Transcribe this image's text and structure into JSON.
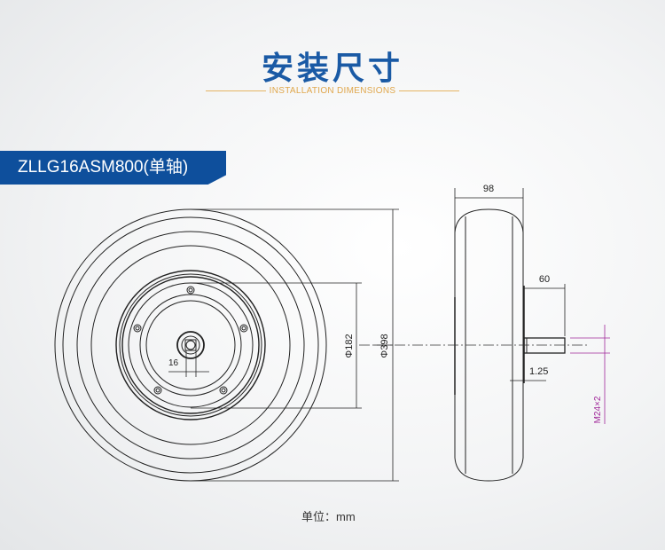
{
  "header": {
    "title": "安装尺寸",
    "subtitle": "INSTALLATION DIMENSIONS"
  },
  "model": {
    "label": "ZLLG16ASM800(单轴)"
  },
  "dimensions": {
    "outer_diameter": "Φ398",
    "hub_diameter": "Φ182",
    "bore": "16",
    "width": "98",
    "shaft_length": "60",
    "offset": "1.25",
    "thread": "M24×2"
  },
  "unit": "单位：mm",
  "colors": {
    "brand": "#0e4f9c",
    "accent": "#e0a74c",
    "thread": "#a0289a"
  }
}
